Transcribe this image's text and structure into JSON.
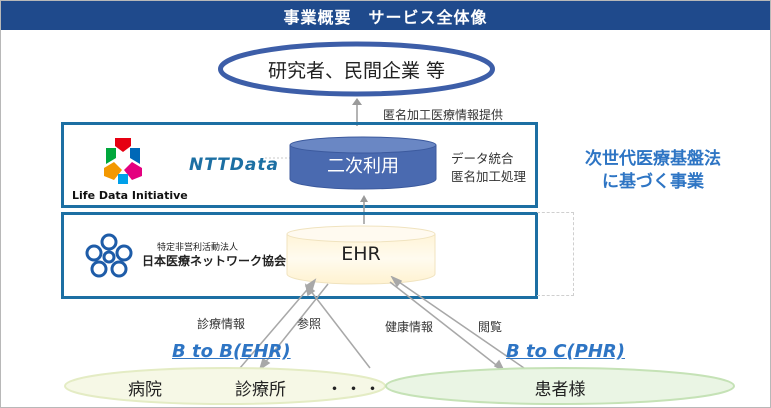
{
  "header": {
    "title": "事業概要　サービス全体像"
  },
  "researchers": {
    "label": "研究者、民間企業 等"
  },
  "arrow_top_label": "匿名加工医療情報提供",
  "upper_box": {
    "ldi_logo_text": "Life Data Initiative",
    "ntt_logo_text": "NTTData",
    "cylinder_label": "二次利用",
    "side_text_line1": "データ統合",
    "side_text_line2": "匿名加工処理"
  },
  "lower_box": {
    "org_small": "特定非営利活動法人",
    "org_name": "日本医療ネットワーク協会",
    "cylinder_label": "EHR"
  },
  "right_text": {
    "line1": "次世代医療基盤法",
    "line2": "に基づく事業"
  },
  "bottom": {
    "left_label1": "診療情報",
    "left_label2": "参照",
    "right_label1": "健康情報",
    "right_label2": "閲覧",
    "b2b": "B to B(EHR)",
    "b2c": "B to C(PHR)",
    "hospital": "病院",
    "clinic": "診療所",
    "dots": "・・・",
    "patients": "患者様"
  },
  "colors": {
    "header": "#1f4a8c",
    "box_border": "#1c6fa3",
    "accent_text": "#2e75c4",
    "cylinder": "#4a6ab0"
  }
}
